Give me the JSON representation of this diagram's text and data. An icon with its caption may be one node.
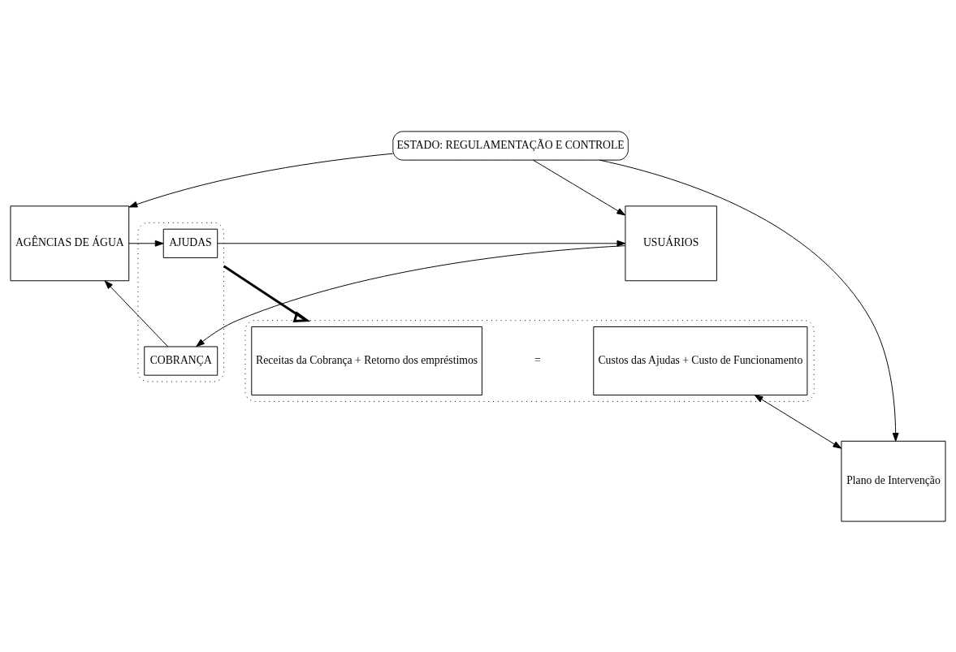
{
  "diagram": {
    "nodes": [
      {
        "text": [
          "ESTADO: REGULAMENTAÇÃO E CONTROLE"
        ]
      },
      {
        "text": [
          "AGÊNCIAS DE ÁGUA"
        ]
      },
      {
        "text": [],
        "shape": "ellipse"
      },
      {
        "text": [
          "AJUDAS"
        ],
        "in": 2
      },
      {
        "text": [
          "COBRANÇA"
        ],
        "in": 2
      },
      {
        "text": [
          "USUÁRIOS"
        ]
      },
      {
        "text": [],
        "shape": "ellipse"
      },
      {
        "text": [
          "Receitas da Cobrança + Retorno dos empréstimos"
        ],
        "in": 6
      },
      {
        "text": [
          "Custos das Ajudas + Custo de Funcionamento"
        ],
        "in": 6
      },
      {
        "text": [
          "Plano de Intervenção"
        ]
      }
    ],
    "edges": [
      {
        "from": 0,
        "to": 1,
        "arrow": "to"
      },
      {
        "from": 0,
        "to": 5,
        "arrow": "to"
      },
      {
        "from": 0,
        "to": 9,
        "arrow": "to"
      },
      {
        "from": 1,
        "to": 3,
        "arrow": "to"
      },
      {
        "from": 3,
        "to": 5,
        "arrow": "to"
      },
      {
        "from": 5,
        "to": 4,
        "arrow": "to"
      },
      {
        "from": 4,
        "to": 1,
        "arrow": "to"
      },
      {
        "from": 2,
        "to": 6,
        "arrow": "to",
        "style": "thick"
      },
      {
        "from": 8,
        "to": 9,
        "arrow": "both"
      }
    ],
    "labels": [
      "="
    ]
  }
}
